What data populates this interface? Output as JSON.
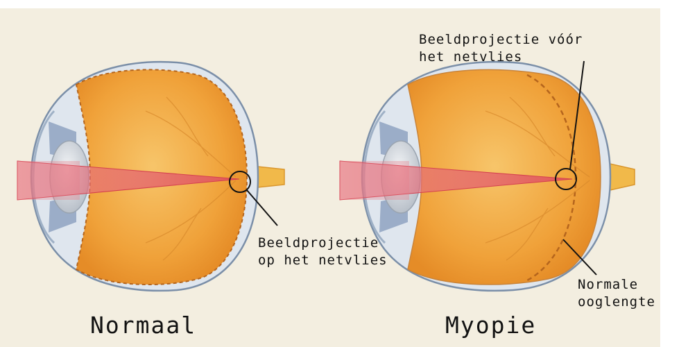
{
  "labels": {
    "projection_on_retina": "Beeldprojectie\nop het netvlies",
    "projection_before_retina": "Beeldprojectie vóór\nhet netvlies",
    "normal_eye_length": "Normale\nooglengte"
  },
  "captions": {
    "normal": "Normaal",
    "myopia": "Myopie"
  },
  "colors": {
    "background": "#f3eee0",
    "sclera": "#dfe6ee",
    "sclera_outline": "#7b8fa8",
    "eye_interior": "#f0a23a",
    "eye_interior_light": "#f6c56b",
    "lens": "#d9dde3",
    "light_beam": "#e9707c",
    "optic_nerve": "#f1b94a",
    "dashed_outline": "#b5651d"
  }
}
